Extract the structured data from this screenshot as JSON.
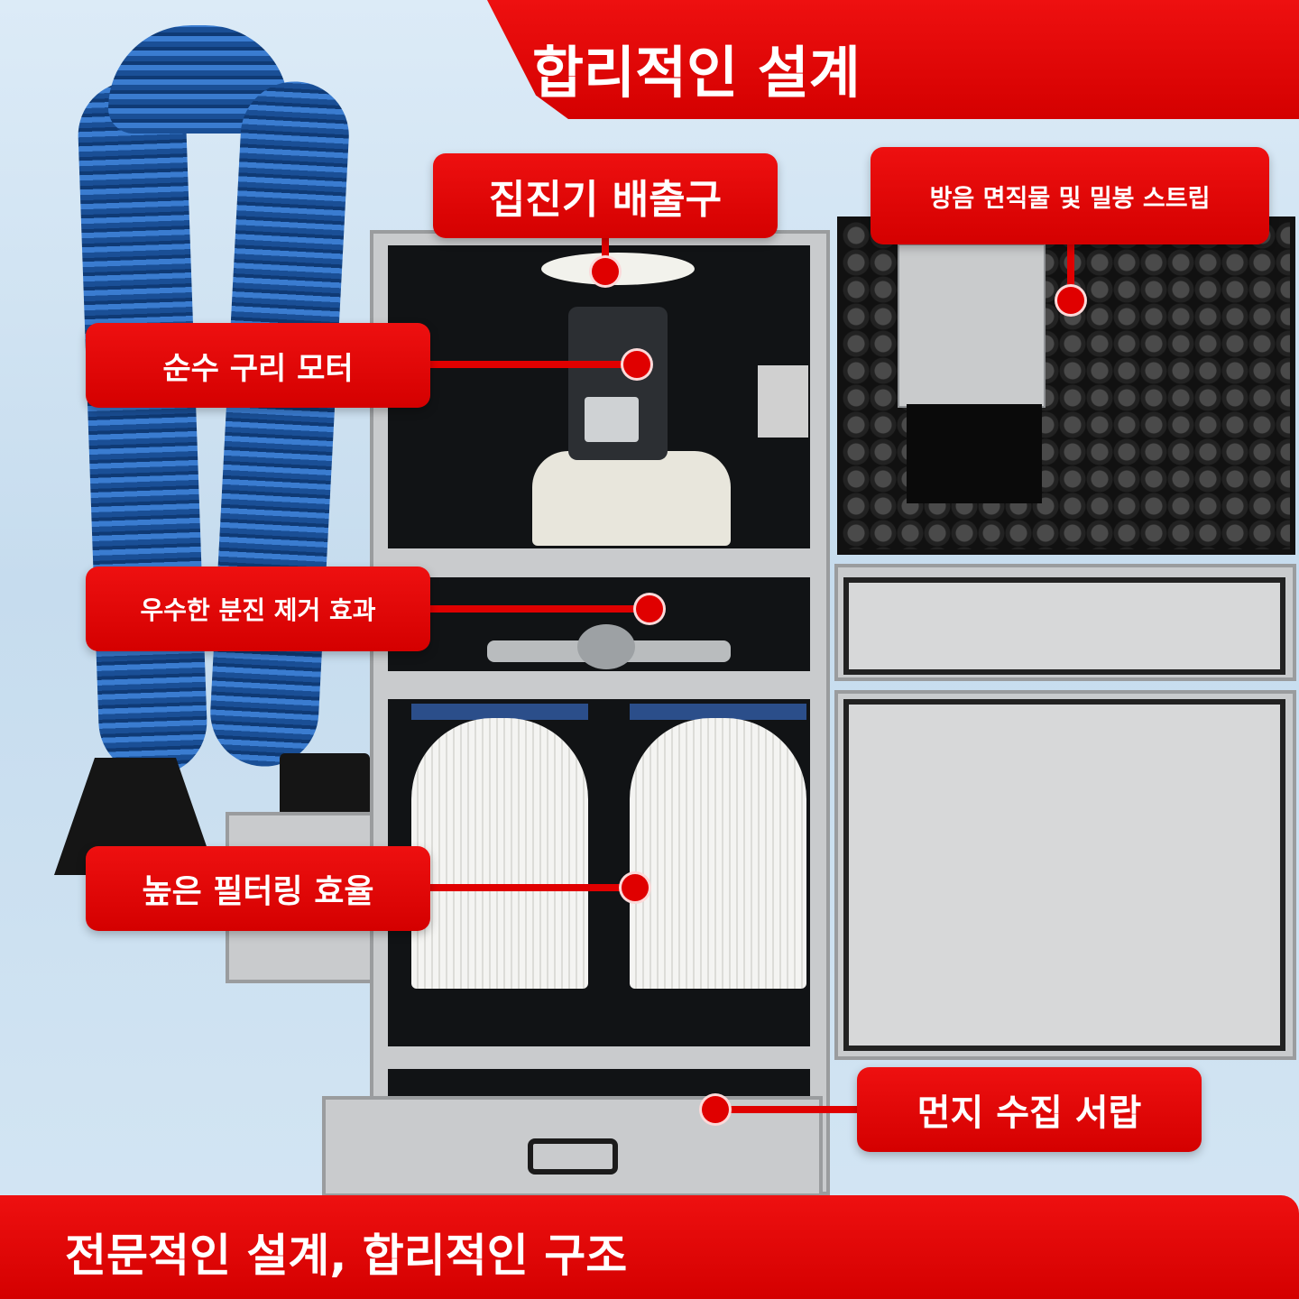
{
  "banner": {
    "title": "합리적인 설계",
    "footer": "전문적인 설계, 합리적인 구조"
  },
  "callouts": {
    "exhaust": "집진기 배출구",
    "soundproof": "방음 면직물 및 밀봉 스트립",
    "motor": "순수 구리 모터",
    "dust_removal": "우수한 분진 제거 효과",
    "filter": "높은 필터링 효율",
    "drawer": "먼지 수집 서랍"
  },
  "colors": {
    "accent": "#e00000",
    "background": "#d4e6f4",
    "hose": "#2a65b5"
  }
}
